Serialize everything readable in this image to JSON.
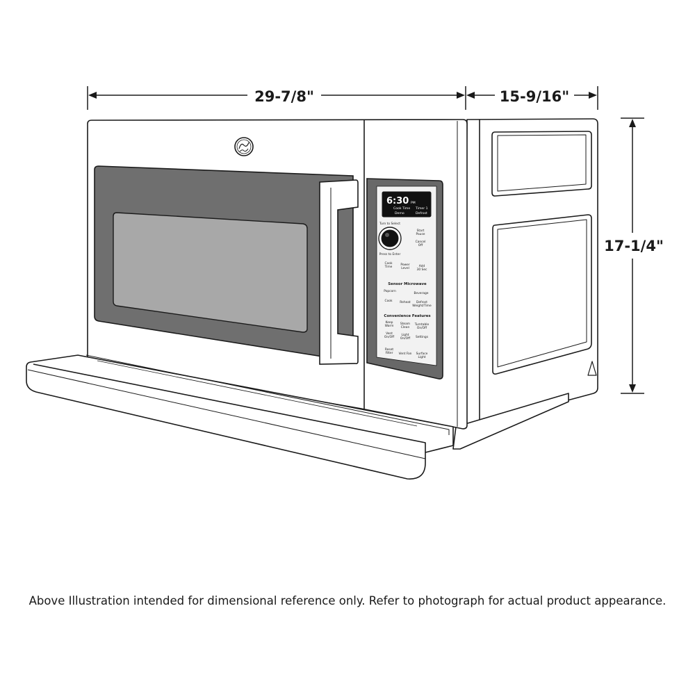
{
  "dimensions": {
    "width": "29-7/8\"",
    "depth": "15-9/16\"",
    "height": "17-1/4\""
  },
  "display": {
    "time": "6:30",
    "ampm": "PM",
    "cook_time": "Cook Time",
    "timer": "Timer 1",
    "demo": "Demo",
    "defrost": "Defrost"
  },
  "control_panel": {
    "knob_top": "Turn to Select",
    "knob_bottom": "Press to Enter",
    "start": [
      "Start",
      "Pause"
    ],
    "cancel": [
      "Cancel",
      "Off"
    ],
    "cook_time": [
      "Cook",
      "Time"
    ],
    "power_level": [
      "Power",
      "Level"
    ],
    "add_30": [
      "Add",
      "30 Sec"
    ],
    "sensor_heading": "Sensor Microwave",
    "popcorn": "Popcorn",
    "beverage": "Beverage",
    "cook": "Cook",
    "reheat": "Reheat",
    "defrost": [
      "Defrost",
      "Weight/Time"
    ],
    "convenience_heading": "Convenience Features",
    "keep_warm": [
      "Keep",
      "Warm"
    ],
    "steam_clean": [
      "Steam",
      "Clean"
    ],
    "turntable": [
      "Turntable",
      "On/Off"
    ],
    "vent": [
      "Vent",
      "On/Off"
    ],
    "night_light": [
      "Light",
      "On/Off"
    ],
    "settings": "Settings",
    "filter": [
      "Reset",
      "Filter"
    ],
    "vent_fan": "Vent Fan",
    "surface_light": [
      "Surface",
      "Light"
    ]
  },
  "icons": {
    "logo": "ge-logo-icon",
    "knob": "dial-knob-icon"
  },
  "colors": {
    "line": "#1a1a1a",
    "window_frame": "#6f6f6f",
    "glass": "#a8a8a8",
    "panel": "#686868",
    "display": "#111111"
  },
  "caption": "Above Illustration intended for dimensional reference only. Refer to photograph for actual product appearance."
}
